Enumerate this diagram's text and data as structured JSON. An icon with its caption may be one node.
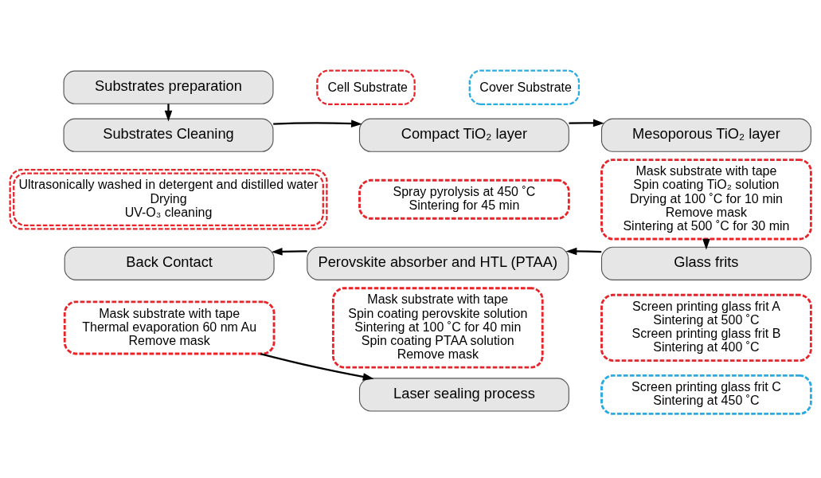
{
  "diagram": {
    "nodes": [
      {
        "text": [
          "Substrates preparation"
        ]
      },
      {
        "text": [
          "Substrates Cleaning"
        ]
      },
      {
        "text": [
          "Ultrasonically washed in detergent and distilled water",
          "Drying",
          "UV-O₃ cleaning"
        ]
      },
      {
        "text": [
          "Compact TiO₂ layer"
        ]
      },
      {
        "text": [
          "Spray pyrolysis at 450 ˚C",
          "Sintering for 45 min"
        ]
      },
      {
        "text": [
          "Mesoporous TiO₂ layer"
        ]
      },
      {
        "text": [
          "Mask substrate with tape",
          "Spin coating TiO₂ solution",
          "Drying at 100 ˚C for 10 min",
          "Remove mask",
          "Sintering at 500 ˚C for 30 min"
        ]
      },
      {
        "text": [
          "Back Contact"
        ]
      },
      {
        "text": [
          "Mask substrate with tape",
          "Thermal evaporation 60 nm Au",
          "Remove mask"
        ]
      },
      {
        "text": [
          "Perovskite absorber and HTL (PTAA)"
        ]
      },
      {
        "text": [
          "Mask substrate with tape",
          "Spin coating perovskite solution",
          "Sintering at 100 ˚C for 40 min",
          "Spin coating PTAA solution",
          "Remove mask"
        ]
      },
      {
        "text": [
          "Glass frits"
        ]
      },
      {
        "text": [
          "Screen printing glass frit A",
          "Sintering at 500 ˚C",
          "Screen printing glass frit B",
          "Sintering at 400 ˚C"
        ]
      },
      {
        "text": [
          "Screen printing glass frit C",
          "Sintering at 450 ˚C"
        ]
      },
      {
        "text": [
          "Laser sealing process"
        ]
      }
    ],
    "edges": [
      {
        "from": 0,
        "to": 1,
        "arrow": "to"
      },
      {
        "from": 1,
        "to": 3,
        "arrow": "to"
      },
      {
        "from": 3,
        "to": 5,
        "arrow": "to"
      },
      {
        "from": 6,
        "to": 11,
        "arrow": "to"
      },
      {
        "from": 11,
        "to": 9,
        "arrow": "to"
      },
      {
        "from": 9,
        "to": 7,
        "arrow": "to"
      },
      {
        "from": 8,
        "to": 14,
        "arrow": "to"
      }
    ],
    "legend": [
      {
        "text": "Cell Substrate",
        "color": "#e8242b"
      },
      {
        "text": "Cover Substrate",
        "color": "#29abe2"
      }
    ]
  }
}
